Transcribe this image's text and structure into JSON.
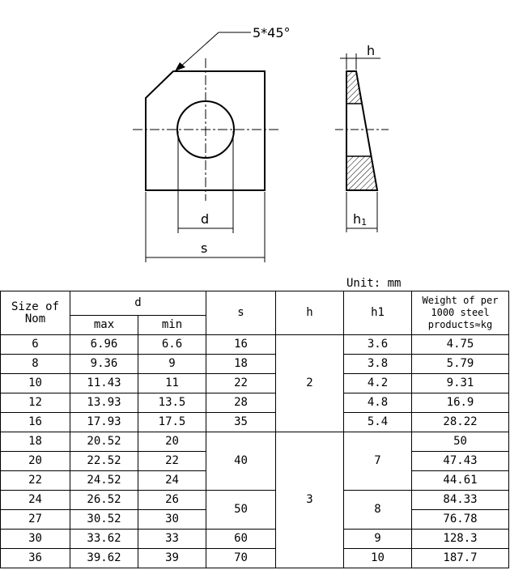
{
  "drawing": {
    "chamfer": "5*45°",
    "h": "h",
    "d": "d",
    "s": "s",
    "h1_base": "h",
    "h1_sub": "1"
  },
  "unit": "Unit: mm",
  "header": {
    "size_line1": "Size of",
    "size_line2": "Nom",
    "d": "d",
    "d_max": "max",
    "d_min": "min",
    "s": "s",
    "h": "h",
    "h1": "h1",
    "weight_line1": "Weight of per",
    "weight_line2": "1000 steel",
    "weight_line3": "products≈kg"
  },
  "rows": [
    {
      "size": "6",
      "max": "6.96",
      "min": "6.6",
      "s": "16",
      "h1": "3.6",
      "weight": "4.75"
    },
    {
      "size": "8",
      "max": "9.36",
      "min": "9",
      "s": "18",
      "h1": "3.8",
      "weight": "5.79"
    },
    {
      "size": "10",
      "max": "11.43",
      "min": "11",
      "s": "22",
      "h": "2",
      "h1": "4.2",
      "weight": "9.31"
    },
    {
      "size": "12",
      "max": "13.93",
      "min": "13.5",
      "s": "28",
      "h1": "4.8",
      "weight": "16.9"
    },
    {
      "size": "16",
      "max": "17.93",
      "min": "17.5",
      "s": "35",
      "h1": "5.4",
      "weight": "28.22"
    },
    {
      "size": "18",
      "max": "20.52",
      "min": "20",
      "weight": "50"
    },
    {
      "size": "20",
      "max": "22.52",
      "min": "22",
      "s": "40",
      "h1": "7",
      "weight": "47.43"
    },
    {
      "size": "22",
      "max": "24.52",
      "min": "24",
      "weight": "44.61"
    },
    {
      "size": "24",
      "max": "26.52",
      "min": "26",
      "h": "3",
      "weight": "84.33"
    },
    {
      "size": "27",
      "max": "30.52",
      "min": "30",
      "s": "50",
      "h1": "8",
      "weight": "76.78"
    },
    {
      "size": "30",
      "max": "33.62",
      "min": "33",
      "s": "60",
      "h1": "9",
      "weight": "128.3"
    },
    {
      "size": "36",
      "max": "39.62",
      "min": "39",
      "s": "70",
      "h1": "10",
      "weight": "187.7"
    }
  ]
}
